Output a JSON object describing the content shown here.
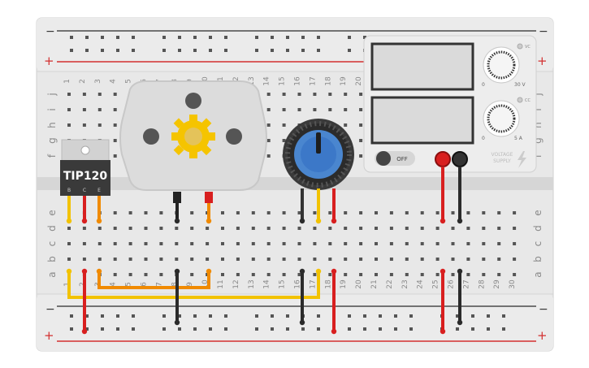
{
  "breadboard": {
    "rail_minus": "−",
    "rail_plus": "+",
    "columns": [
      "1",
      "2",
      "3",
      "4",
      "5",
      "6",
      "7",
      "8",
      "9",
      "10",
      "11",
      "12",
      "13",
      "14",
      "15",
      "16",
      "17",
      "18",
      "19",
      "20",
      "21",
      "22",
      "23",
      "24",
      "25",
      "26",
      "27",
      "28",
      "29",
      "30"
    ],
    "rows_top": [
      "j",
      "i",
      "h",
      "g",
      "f"
    ],
    "rows_bottom": [
      "e",
      "d",
      "c",
      "b",
      "a"
    ]
  },
  "transistor": {
    "label": "TIP120",
    "pins": [
      "B",
      "C",
      "E"
    ]
  },
  "power_supply": {
    "switch_label": "OFF",
    "voltage_indicator": "VC",
    "current_indicator": "CC",
    "voltage_max": "30 V",
    "current_max": "5 A",
    "knob_min": "0",
    "brand_line1": "VOLTAGE",
    "brand_line2": "SUPPLY"
  },
  "colors": {
    "board": "#e6e6e6",
    "rail_blue": "#4a4a4a",
    "rail_red": "#d32f2f",
    "wire_yellow": "#f2c200",
    "wire_orange": "#f08a00",
    "wire_red": "#d81f1f",
    "wire_black": "#2b2b2b",
    "pot_blue": "#3c78c8"
  }
}
